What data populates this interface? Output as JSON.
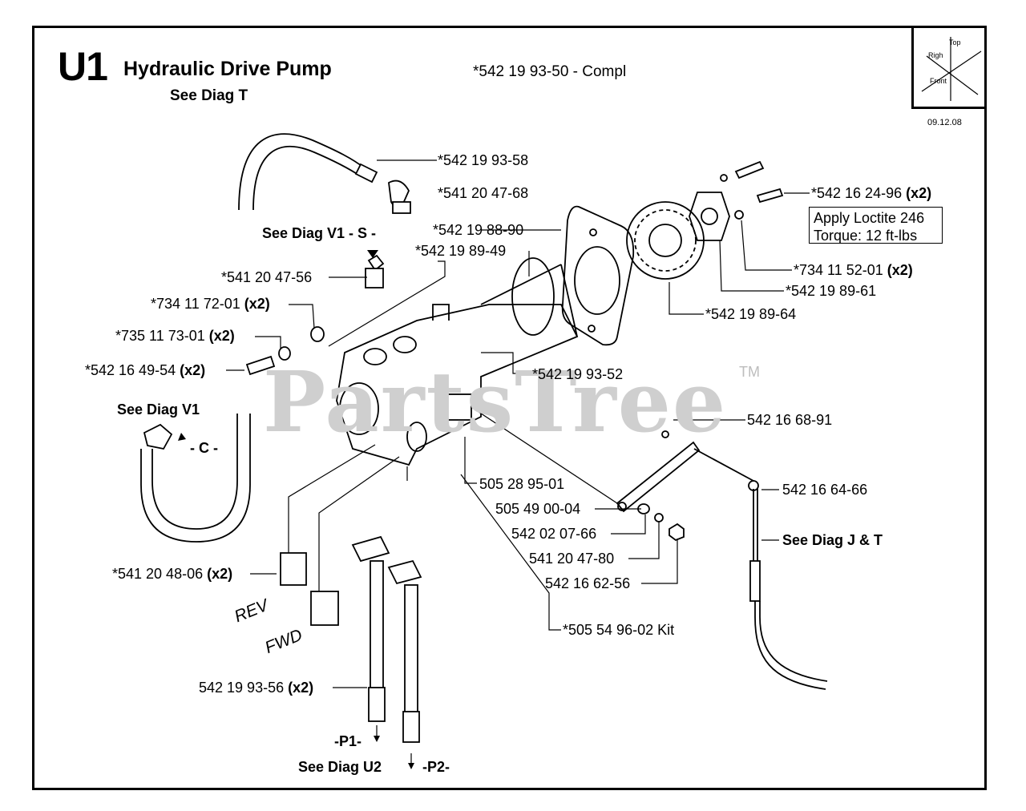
{
  "header": {
    "code": "U1",
    "title": "Hydraulic Drive Pump",
    "see_diag": "See Diag T",
    "complete_part": "*542 19 93-50 - Compl",
    "date": "09.12.08"
  },
  "orientation": {
    "top": "Top",
    "right": "Righ",
    "front": "Front"
  },
  "watermark": {
    "text": "PartsTree",
    "tm": "TM"
  },
  "note_box": {
    "line1": "Apply Loctite 246",
    "line2": "Torque: 12 ft-lbs"
  },
  "labels": {
    "p_542199358": "*542 19 93-58",
    "p_541204768": "*541 20 47-68",
    "p_542198890": "*542 19 88-90",
    "p_542198949": "*542 19 89-49",
    "see_diag_v1_s": "See Diag V1 - S -",
    "p_541204756": "*541 20 47-56",
    "p_734117201": "*734 11 72-01",
    "p_735117301": "*735 11 73-01",
    "p_542164954": "*542 16 49-54",
    "p_542162496": "*542 16 24-96",
    "p_734115201": "*734 11 52-01",
    "p_542198961": "*542 19 89-61",
    "p_542198964": "*542 19 89-64",
    "p_542199352": "*542 19 93-52",
    "see_diag_v1": "See Diag V1",
    "c_marker": "- C -",
    "p_542166891": "542 16 68-91",
    "p_542166466": "542 16 64-66",
    "see_diag_jt": "See Diag J & T",
    "p_505289501": "505 28 95-01",
    "p_505490004": "505 49 00-04",
    "p_542020766": "542 02 07-66",
    "p_541204780": "541 20 47-80",
    "p_542166256": "542 16 62-56",
    "p_505549602": "*505 54 96-02 Kit",
    "p_541204806": "*541 20 48-06",
    "rev": "REV",
    "fwd": "FWD",
    "p_542199356": "542 19 93-56",
    "p1": "-P1-",
    "p2": "-P2-",
    "see_diag_u2": "See Diag U2",
    "x2": "(x2)"
  }
}
